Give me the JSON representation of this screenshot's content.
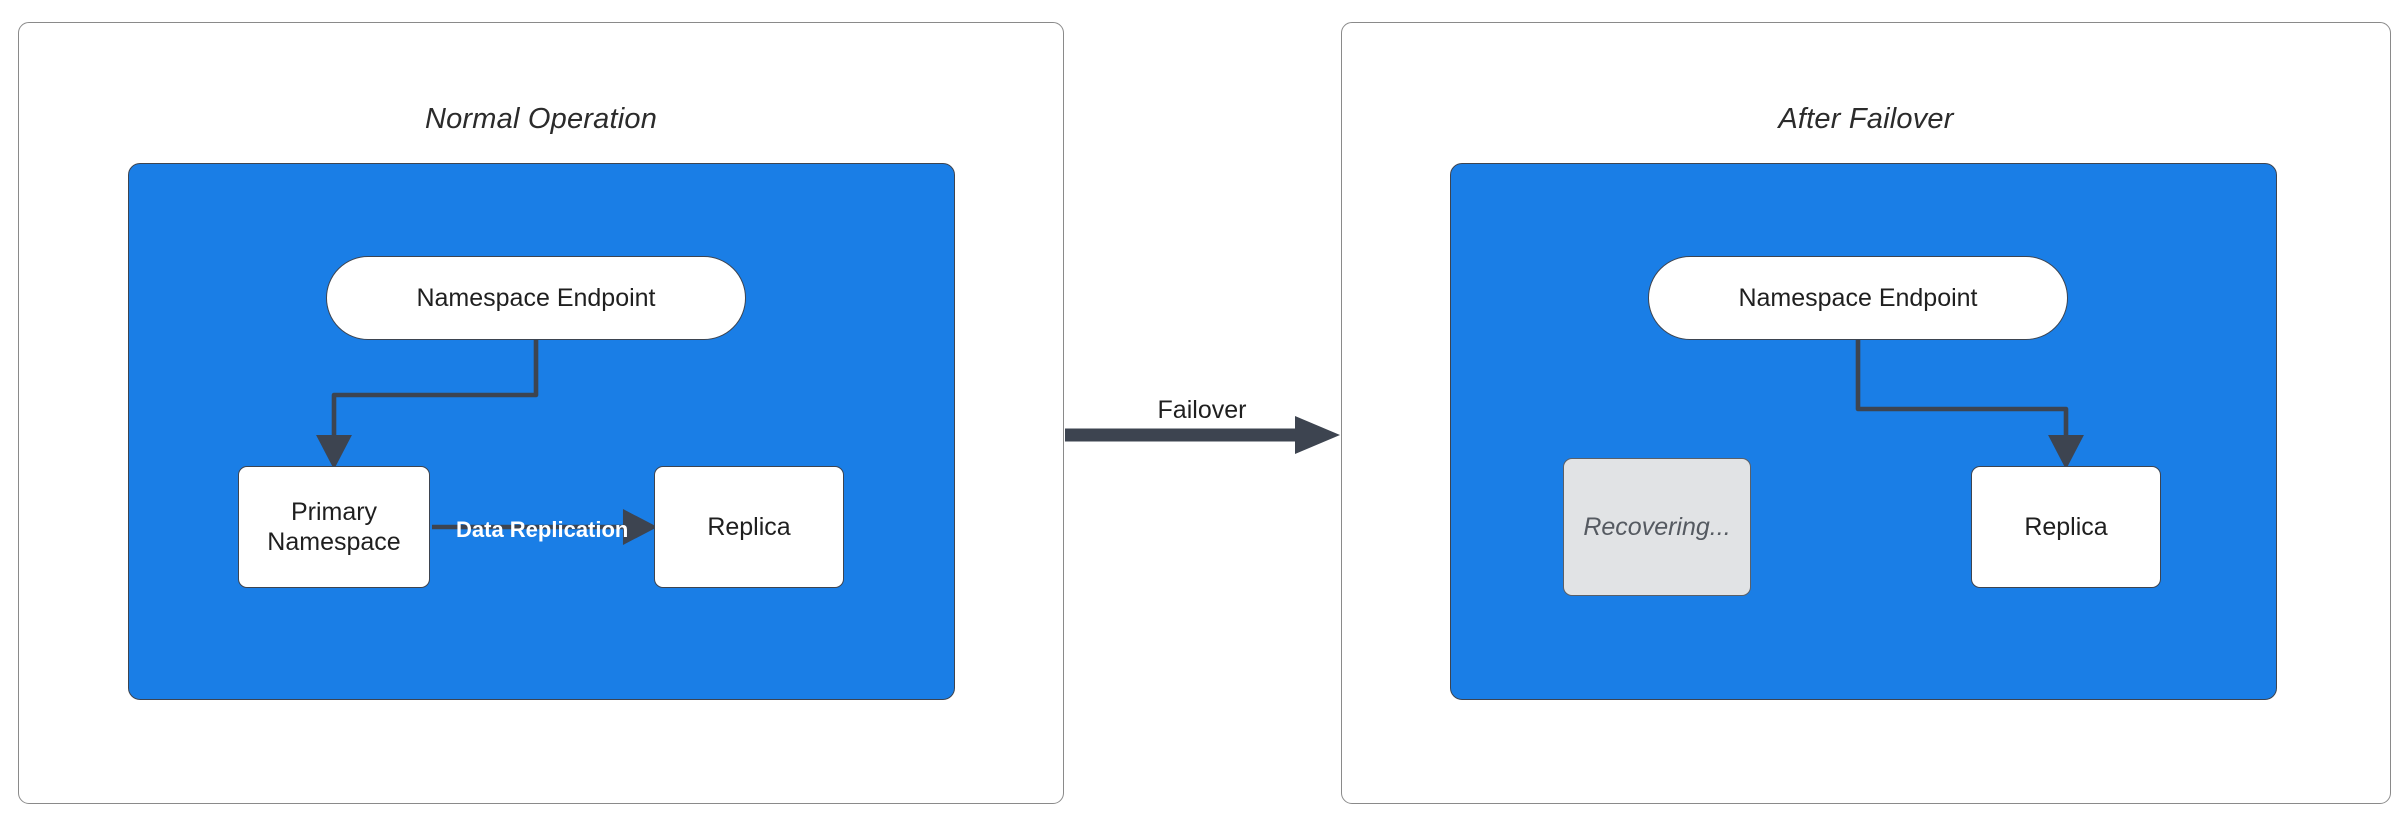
{
  "diagram": {
    "background_color": "#ffffff",
    "accent_blue": "#1a7ee6",
    "stroke_color": "#3d4450",
    "muted_fill": "#e1e3e5",
    "panels": [
      {
        "id": "normal-operation",
        "title": "Normal Operation",
        "nodes": [
          {
            "id": "endpoint",
            "label": "Namespace Endpoint",
            "shape": "stadium",
            "fill": "#ffffff"
          },
          {
            "id": "primary",
            "label": "Primary\nNamespace",
            "shape": "rounded-rect",
            "fill": "#ffffff"
          },
          {
            "id": "replica",
            "label": "Replica",
            "shape": "rounded-rect",
            "fill": "#ffffff"
          }
        ],
        "edges": [
          {
            "from": "endpoint",
            "to": "primary",
            "label": "",
            "style": "orthogonal-arrow"
          },
          {
            "from": "primary",
            "to": "replica",
            "label": "Data Replication",
            "style": "straight-arrow"
          }
        ]
      },
      {
        "id": "after-failover",
        "title": "After Failover",
        "nodes": [
          {
            "id": "endpoint",
            "label": "Namespace Endpoint",
            "shape": "stadium",
            "fill": "#ffffff"
          },
          {
            "id": "recovering",
            "label": "Recovering...",
            "shape": "rounded-rect",
            "fill": "#e1e3e5"
          },
          {
            "id": "replica",
            "label": "Replica",
            "shape": "rounded-rect",
            "fill": "#ffffff"
          }
        ],
        "edges": [
          {
            "from": "endpoint",
            "to": "replica",
            "label": "",
            "style": "orthogonal-arrow"
          }
        ]
      }
    ],
    "transition": {
      "label": "Failover",
      "from_panel": "normal-operation",
      "to_panel": "after-failover"
    },
    "node_labels": {
      "endpoint_left": "Namespace Endpoint",
      "endpoint_right": "Namespace Endpoint",
      "primary_line1": "Primary",
      "primary_line2": "Namespace",
      "replica_left": "Replica",
      "replica_right": "Replica",
      "recovering": "Recovering..."
    },
    "edge_labels": {
      "data_replication": "Data Replication",
      "failover": "Failover"
    },
    "titles": {
      "left": "Normal Operation",
      "right": "After Failover"
    }
  }
}
